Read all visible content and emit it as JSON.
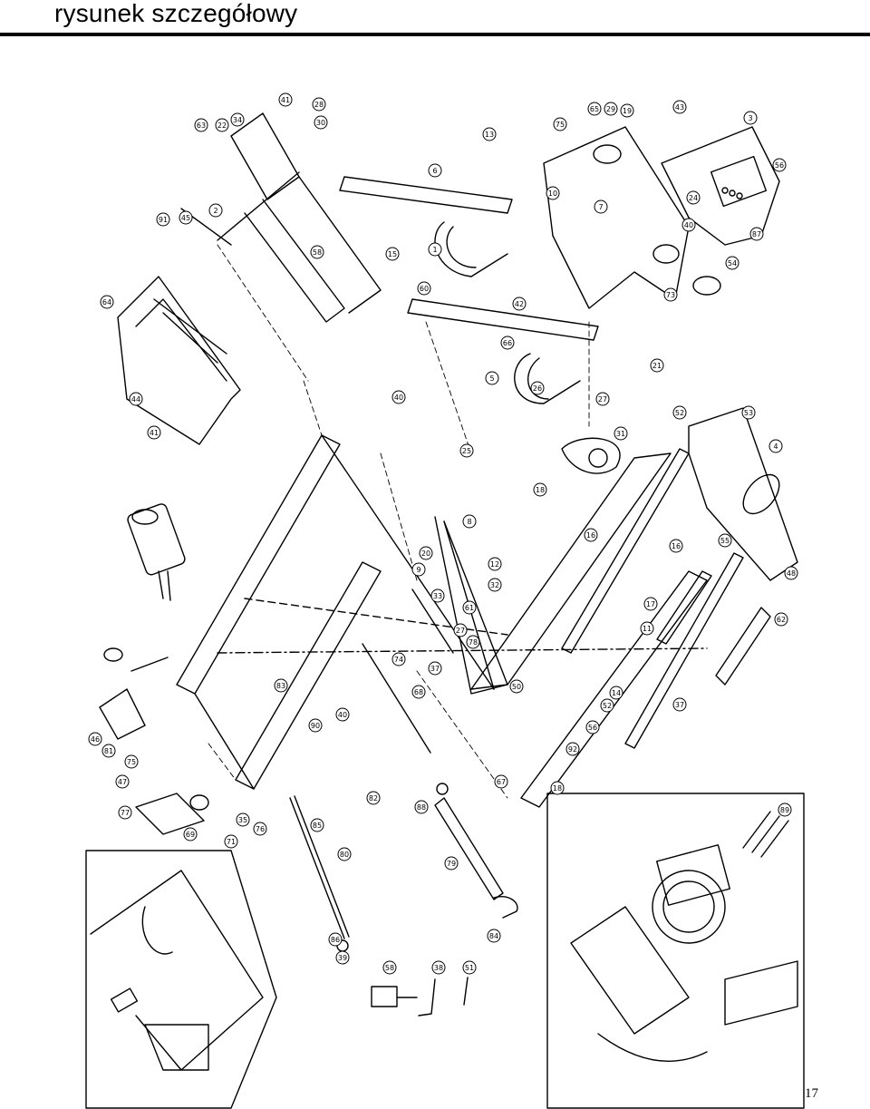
{
  "page": {
    "title": "rysunek szczegółowy",
    "page_number": "17"
  },
  "colors": {
    "ink": "#000000",
    "paper": "#ffffff"
  },
  "diagram": {
    "description_kind": "exploded-parts-view",
    "callouts": [
      "63",
      "22",
      "34",
      "41",
      "28",
      "30",
      "13",
      "6",
      "75",
      "65",
      "29",
      "19",
      "43",
      "3",
      "56",
      "87",
      "54",
      "73",
      "91",
      "45",
      "2",
      "1",
      "64",
      "44",
      "41",
      "58",
      "15",
      "60",
      "42",
      "66",
      "5",
      "26",
      "10",
      "7",
      "24",
      "40",
      "21",
      "27",
      "52",
      "53",
      "4",
      "48",
      "62",
      "25",
      "8",
      "18",
      "31",
      "16",
      "16",
      "55",
      "17",
      "11",
      "37",
      "14",
      "52",
      "56",
      "92",
      "18",
      "67",
      "50",
      "12",
      "32",
      "61",
      "27",
      "78",
      "37",
      "74",
      "68",
      "33",
      "20",
      "9",
      "40",
      "40",
      "90",
      "83",
      "81",
      "46",
      "75",
      "47",
      "77",
      "69",
      "71",
      "35",
      "76",
      "85",
      "80",
      "82",
      "88",
      "79",
      "84",
      "86",
      "39",
      "58",
      "38",
      "51",
      "89"
    ]
  }
}
